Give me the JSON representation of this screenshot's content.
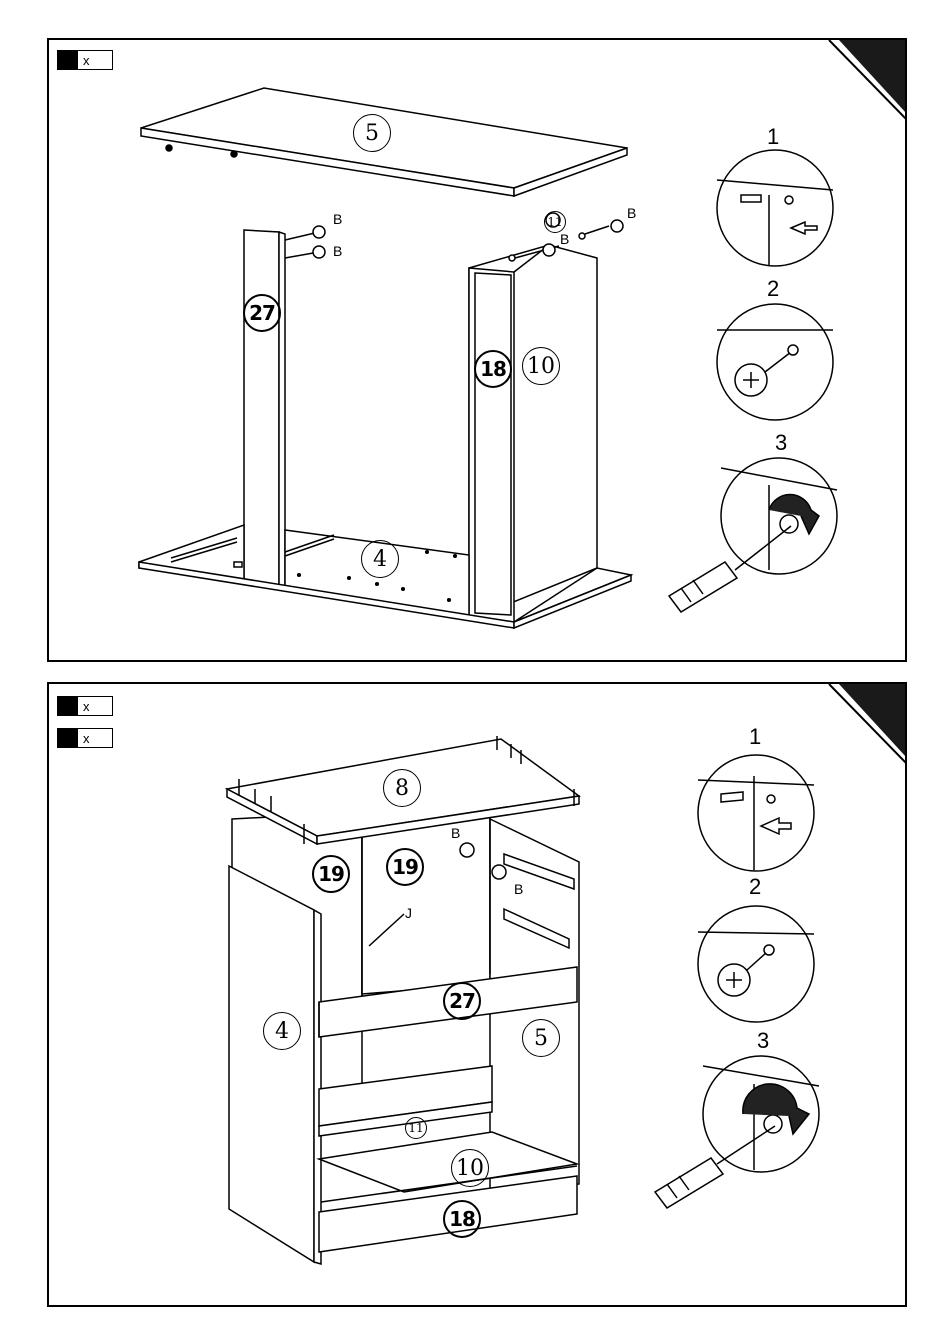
{
  "top_panel": {
    "quantity_text": "x",
    "parts": {
      "top_board": "5",
      "left_post": "27",
      "front_post": "18",
      "side_panel": "10",
      "rail_small": "11",
      "bottom_board": "4"
    },
    "fitting_labels": [
      "B",
      "B",
      "B",
      "B"
    ],
    "steps": [
      "1",
      "2",
      "3"
    ]
  },
  "bottom_panel": {
    "quantity_text_1": "x",
    "quantity_text_2": "x",
    "parts": {
      "top_board": "8",
      "back_left": "19",
      "back_right": "19",
      "side_left": "4",
      "side_right": "5",
      "rail_upper": "27",
      "rail_middle": "11",
      "shelf": "10",
      "plinth": "18"
    },
    "fitting_labels": [
      "B",
      "B"
    ],
    "back_panel_label": "J",
    "steps": [
      "1",
      "2",
      "3"
    ]
  }
}
